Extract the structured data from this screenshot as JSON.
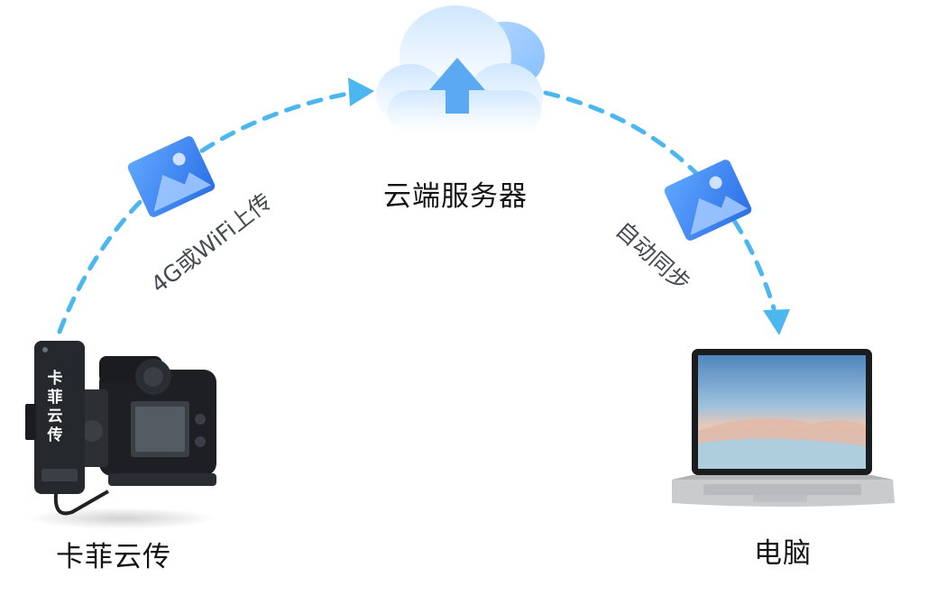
{
  "nodes": {
    "cloud": {
      "label": "云端服务器"
    },
    "device": {
      "label": "卡菲云传",
      "logo_text": "卡菲云传"
    },
    "pc": {
      "label": "电脑"
    }
  },
  "edges": {
    "upload": {
      "label": "4G或WiFi上传"
    },
    "sync": {
      "label": "自动同步"
    }
  },
  "colors": {
    "arrow": "#4cb6ee",
    "photo_icon": "#3a86f0",
    "cloud_arrow": "#5aa9f2"
  },
  "icons": [
    "cloud-upload-icon",
    "photo-icon",
    "camera-device-icon",
    "laptop-icon"
  ]
}
